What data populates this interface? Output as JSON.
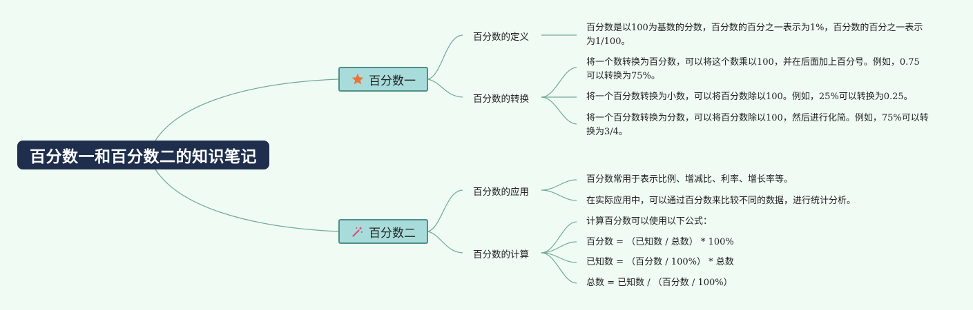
{
  "root": {
    "title": "百分数一和百分数二的知识笔记"
  },
  "branches": [
    {
      "label": "百分数一",
      "icon": "star-icon",
      "children": [
        {
          "label": "百分数的定义",
          "items": [
            "百分数是以100为基数的分数，百分数的百分之一表示为1%，百分数的百分之一表示为1/100。"
          ]
        },
        {
          "label": "百分数的转换",
          "items": [
            "将一个数转换为百分数，可以将这个数乘以100，并在后面加上百分号。例如，0.75可以转换为75%。",
            "将一个百分数转换为小数，可以将百分数除以100。例如，25%可以转换为0.25。",
            "将一个百分数转换为分数，可以将百分数除以100，然后进行化简。例如，75%可以转换为3/4。"
          ]
        }
      ]
    },
    {
      "label": "百分数二",
      "icon": "magic-wand-icon",
      "children": [
        {
          "label": "百分数的应用",
          "items": [
            "百分数常用于表示比例、增减比、利率、增长率等。",
            "在实际应用中，可以通过百分数来比较不同的数据，进行统计分析。"
          ]
        },
        {
          "label": "百分数的计算",
          "items": [
            "计算百分数可以使用以下公式：",
            "百分数 = （已知数 / 总数） * 100%",
            "已知数 = （百分数 / 100%） * 总数",
            "总数 = 已知数 / （百分数 / 100%）"
          ]
        }
      ]
    }
  ],
  "colors": {
    "background": "#f0fbf3",
    "root_fill": "#1e2e4c",
    "topic_fill": "#a8dcdb",
    "topic_border": "#4f8f86",
    "line": "#6fa99c",
    "star": "#e8743b",
    "wand": "#e0407a"
  }
}
